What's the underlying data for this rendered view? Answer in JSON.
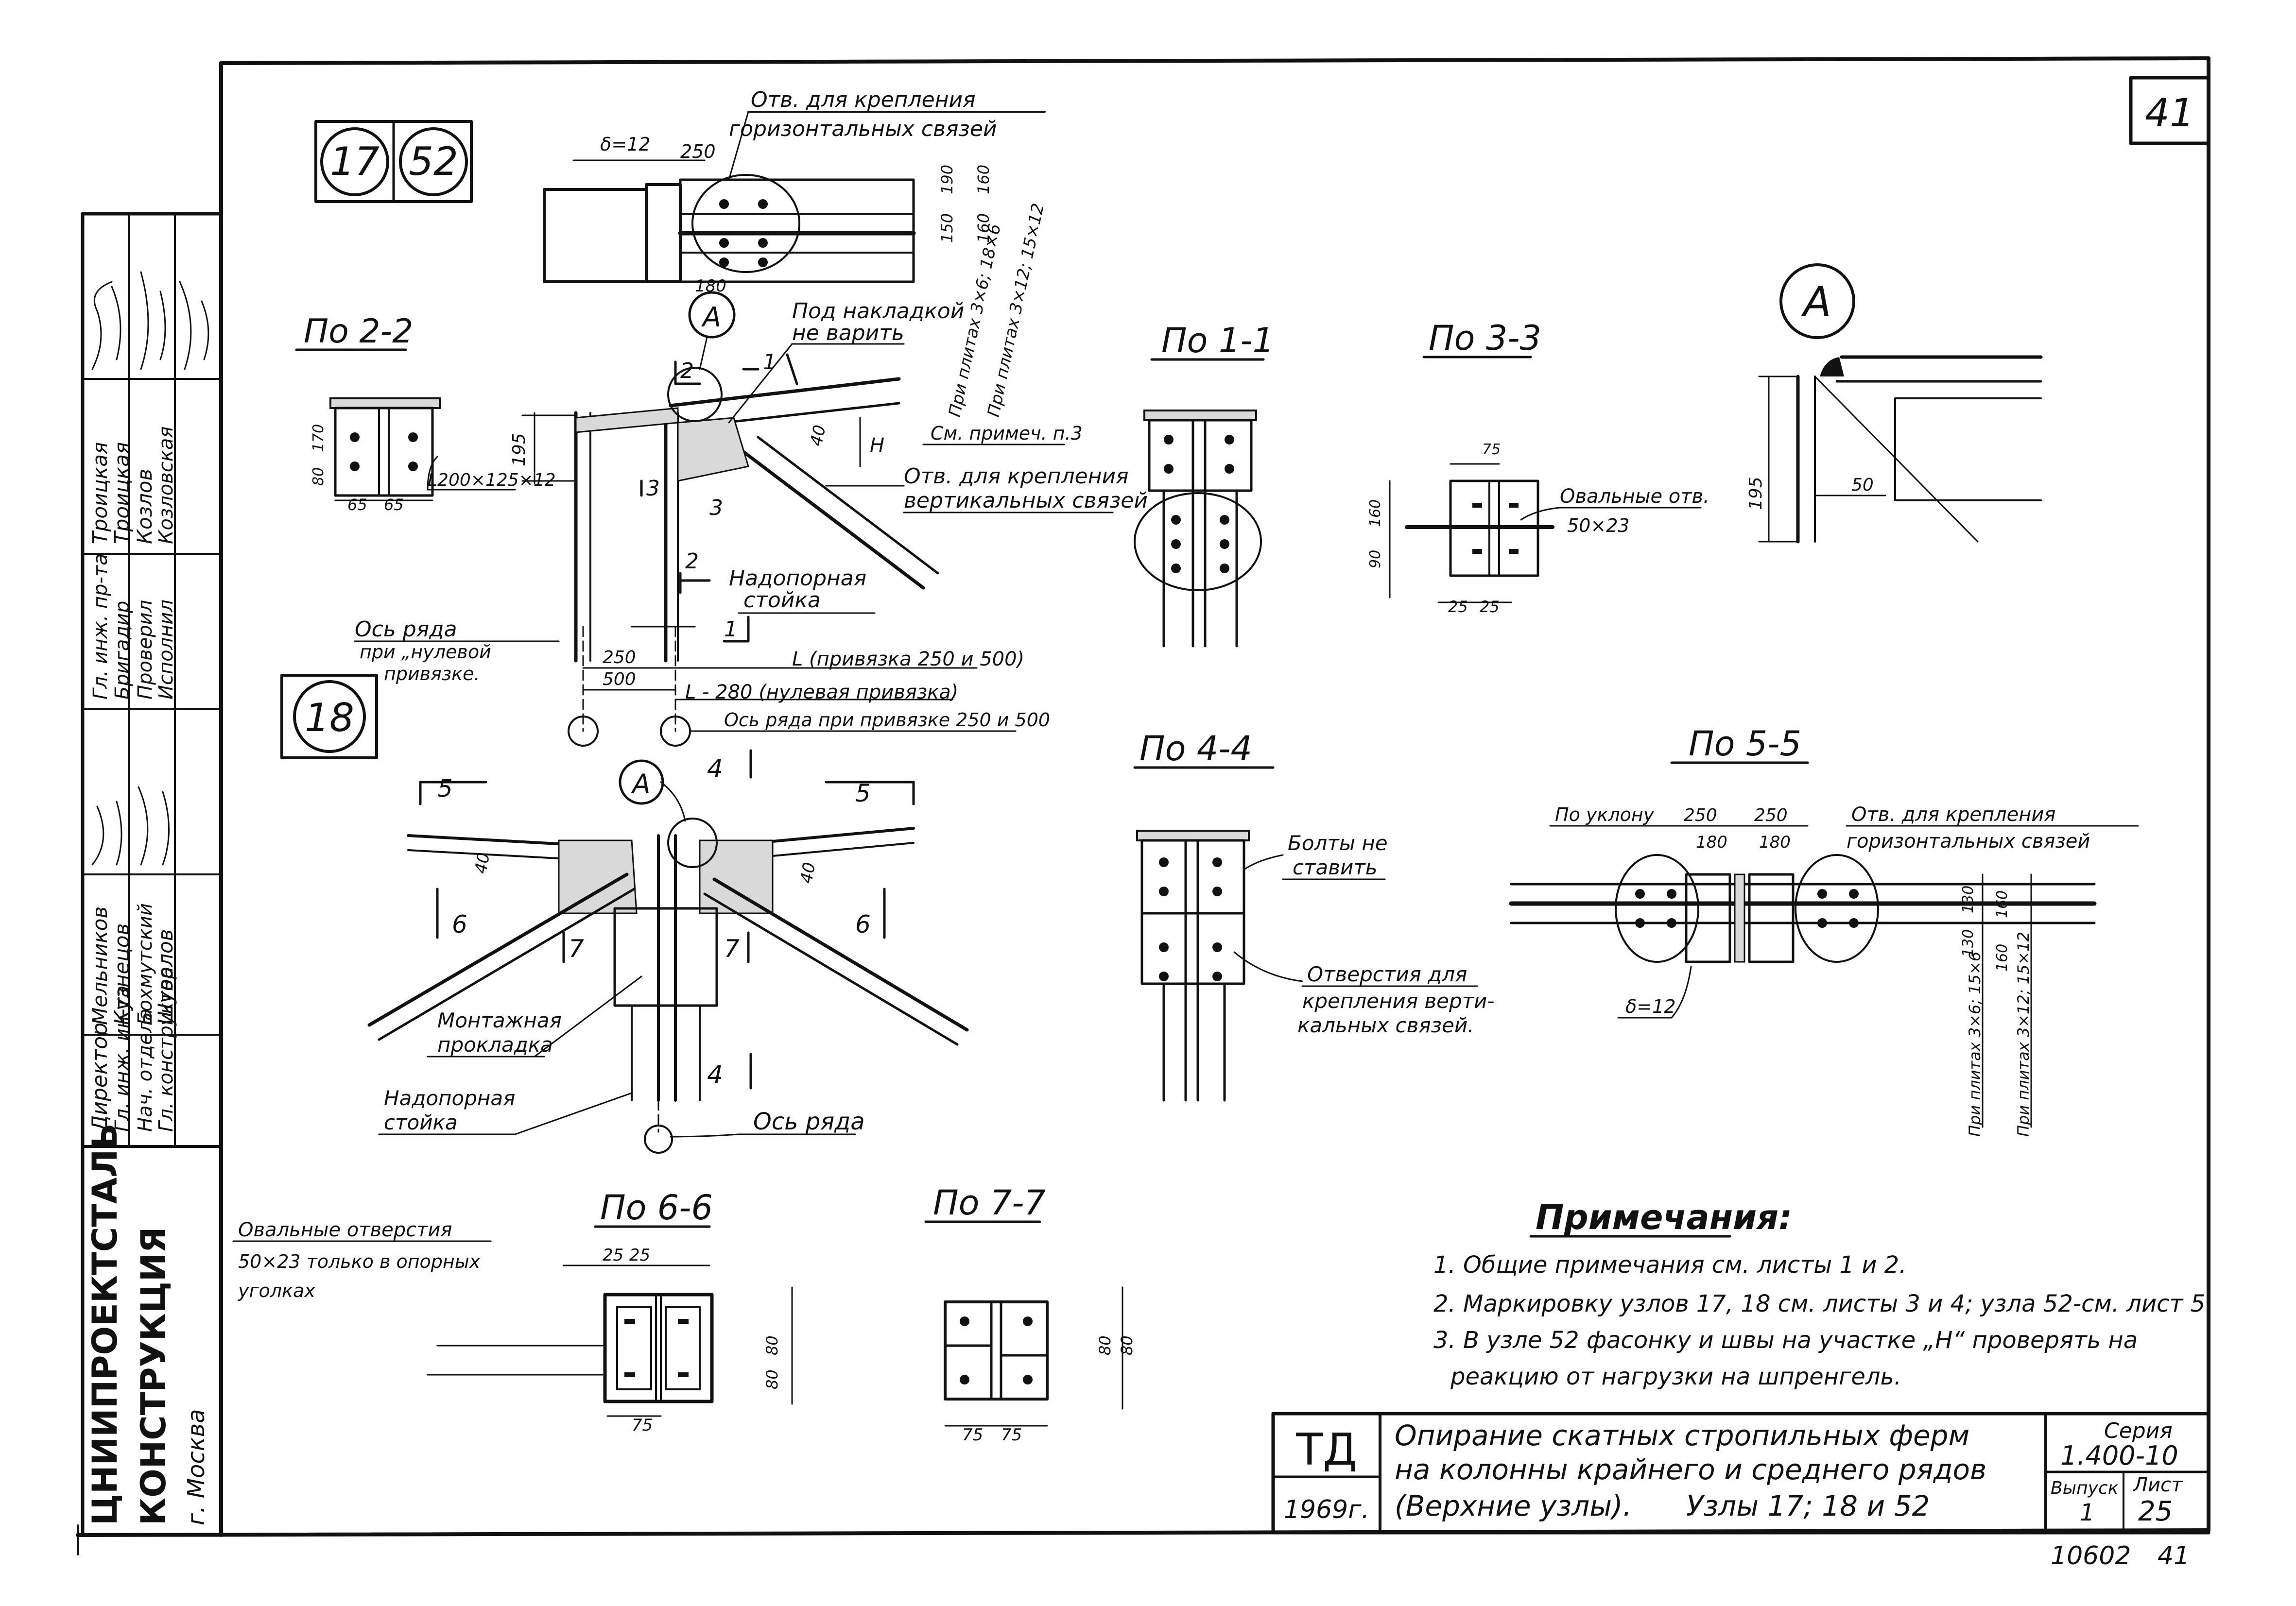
{
  "sheet_number_corner": "41",
  "stamp_bottom_left": "10602",
  "stamp_bottom_right": "41",
  "node_labels": {
    "n17": "17",
    "n52": "52",
    "n18": "18"
  },
  "callout_A": "А",
  "section_letter_A": "А",
  "views": {
    "po22": "По 2-2",
    "po11": "По 1-1",
    "po33": "По 3-3",
    "po44": "По 4-4",
    "po55": "По 5-5",
    "po66": "По 6-6",
    "po77": "По 7-7"
  },
  "top_node": {
    "holes_horizontal_line1": "Отв. для крепления",
    "holes_horizontal_line2": "горизонтальных связей",
    "b12": "δ=12",
    "dim_250": "250",
    "dim_180": "180",
    "dim_190": "190",
    "dim_160a": "160",
    "dim_160b": "160",
    "dim_150": "150",
    "plates_note1": "При плитах 3×6; 18×6",
    "plates_note2": "При плитах 3×12; 15×12",
    "under_overlay1": "Под накладкой",
    "under_overlay2": "не варить",
    "see_note": "См. примеч. п.3",
    "holes_vertical1": "Отв. для крепления",
    "holes_vertical2": "вертикальных связей",
    "support_post1": "Надопорная",
    "support_post2": "стойка",
    "axis_zero1": "Ось ряда",
    "axis_zero2": "при „нулевой",
    "axis_zero3": "привязке.",
    "dim_195": "195",
    "dim_40": "40",
    "H": "H",
    "dim_250b": "250",
    "dim_500": "500",
    "L_note": "L (привязка 250 и 500)",
    "L280": "L - 280 (нулевая привязка)",
    "axis_250_500": "Ось ряда при привязке 250 и 500",
    "cut_2": "2",
    "cut_3": "3",
    "cut_1": "1",
    "cut_4": "4"
  },
  "po22_view": {
    "dim_80": "80",
    "dim_170": "170",
    "dim_65a": "65",
    "dim_65b": "65",
    "angle": "L200×125×12"
  },
  "po33_view": {
    "oval": "Овальные отв.",
    "oval_size": "50×23",
    "dim_75": "75",
    "dim_90": "90",
    "dim_160": "160",
    "dim_25a": "25",
    "dim_25b": "25"
  },
  "detail_A": {
    "dim_195": "195",
    "dim_50": "50"
  },
  "bottom_node": {
    "cut_5": "5",
    "cut_6": "6",
    "cut_7": "7",
    "cut_4": "4",
    "dim_40a": "40",
    "dim_40b": "40",
    "gasket1": "Монтажная",
    "gasket2": "прокладка",
    "post1": "Надопорная",
    "post2": "стойка",
    "axis": "Ось ряда"
  },
  "po44_view": {
    "bolts1": "Болты не",
    "bolts2": "ставить",
    "holes1": "Отверстия для",
    "holes2": "крепления верти-",
    "holes3": "кальных связей."
  },
  "po55_view": {
    "slope": "По уклону",
    "dim_250a": "250",
    "dim_250b": "250",
    "dim_180a": "180",
    "dim_180b": "180",
    "holes1": "Отв. для крепления",
    "holes2": "горизонтальных связей",
    "b12": "δ=12",
    "dim_130a": "130",
    "dim_130b": "130",
    "dim_160a": "160",
    "dim_160b": "160",
    "plates_note1": "При плитах 3×6; 15×6",
    "plates_note2": "При плитах 3×12; 15×12"
  },
  "po66_view": {
    "oval1": "Овальные отверстия",
    "oval2": "50×23 только в опорных",
    "oval3": "уголках",
    "dim_25a": "25",
    "dim_25b": "25",
    "dim_80a": "80",
    "dim_80b": "80",
    "dim_75": "75"
  },
  "po77_view": {
    "dim_80a": "80",
    "dim_80b": "80",
    "dim_75a": "75",
    "dim_75b": "75"
  },
  "notes": {
    "title": "Примечания:",
    "n1": "1. Общие примечания см. листы 1 и 2.",
    "n2": "2. Маркировку узлов 17, 18 см. листы 3 и 4; узла 52-см. лист 5.",
    "n3a": "3. В узле 52 фасонку и швы на участке „H“ проверять на",
    "n3b": "реакцию от нагрузки на шпренгель."
  },
  "title_block": {
    "td": "ТД",
    "year": "1969г.",
    "title1": "Опирание скатных стропильных ферм",
    "title2": "на колонны крайнего и среднего рядов",
    "title3": "(Верхние узлы).",
    "title3b": "Узлы 17; 18 и 52",
    "series_label": "Серия",
    "series_value": "1.400-10",
    "issue_label": "Выпуск",
    "issue_value": "1",
    "sheet_label": "Лист",
    "sheet_value": "25"
  },
  "side_stamp": {
    "org1": "ЦНИИПРОЕКТСТАЛЬ",
    "org2": "КОНСТРУКЦИЯ",
    "city": "г. Москва",
    "roles": [
      "Директор",
      "Гл. инж. ин-та",
      "Нач. отдела",
      "Гл. конструктор"
    ],
    "names1": [
      "Мельников",
      "Кузнецов",
      "Бохмутский",
      "Шувалов"
    ],
    "roles2": [
      "Гл. инж. пр-та",
      "Бригадир",
      "Проверил",
      "Исполнил"
    ],
    "names2": [
      "Троицкая",
      "Троицкая",
      "Козлов",
      "Козловская"
    ]
  }
}
